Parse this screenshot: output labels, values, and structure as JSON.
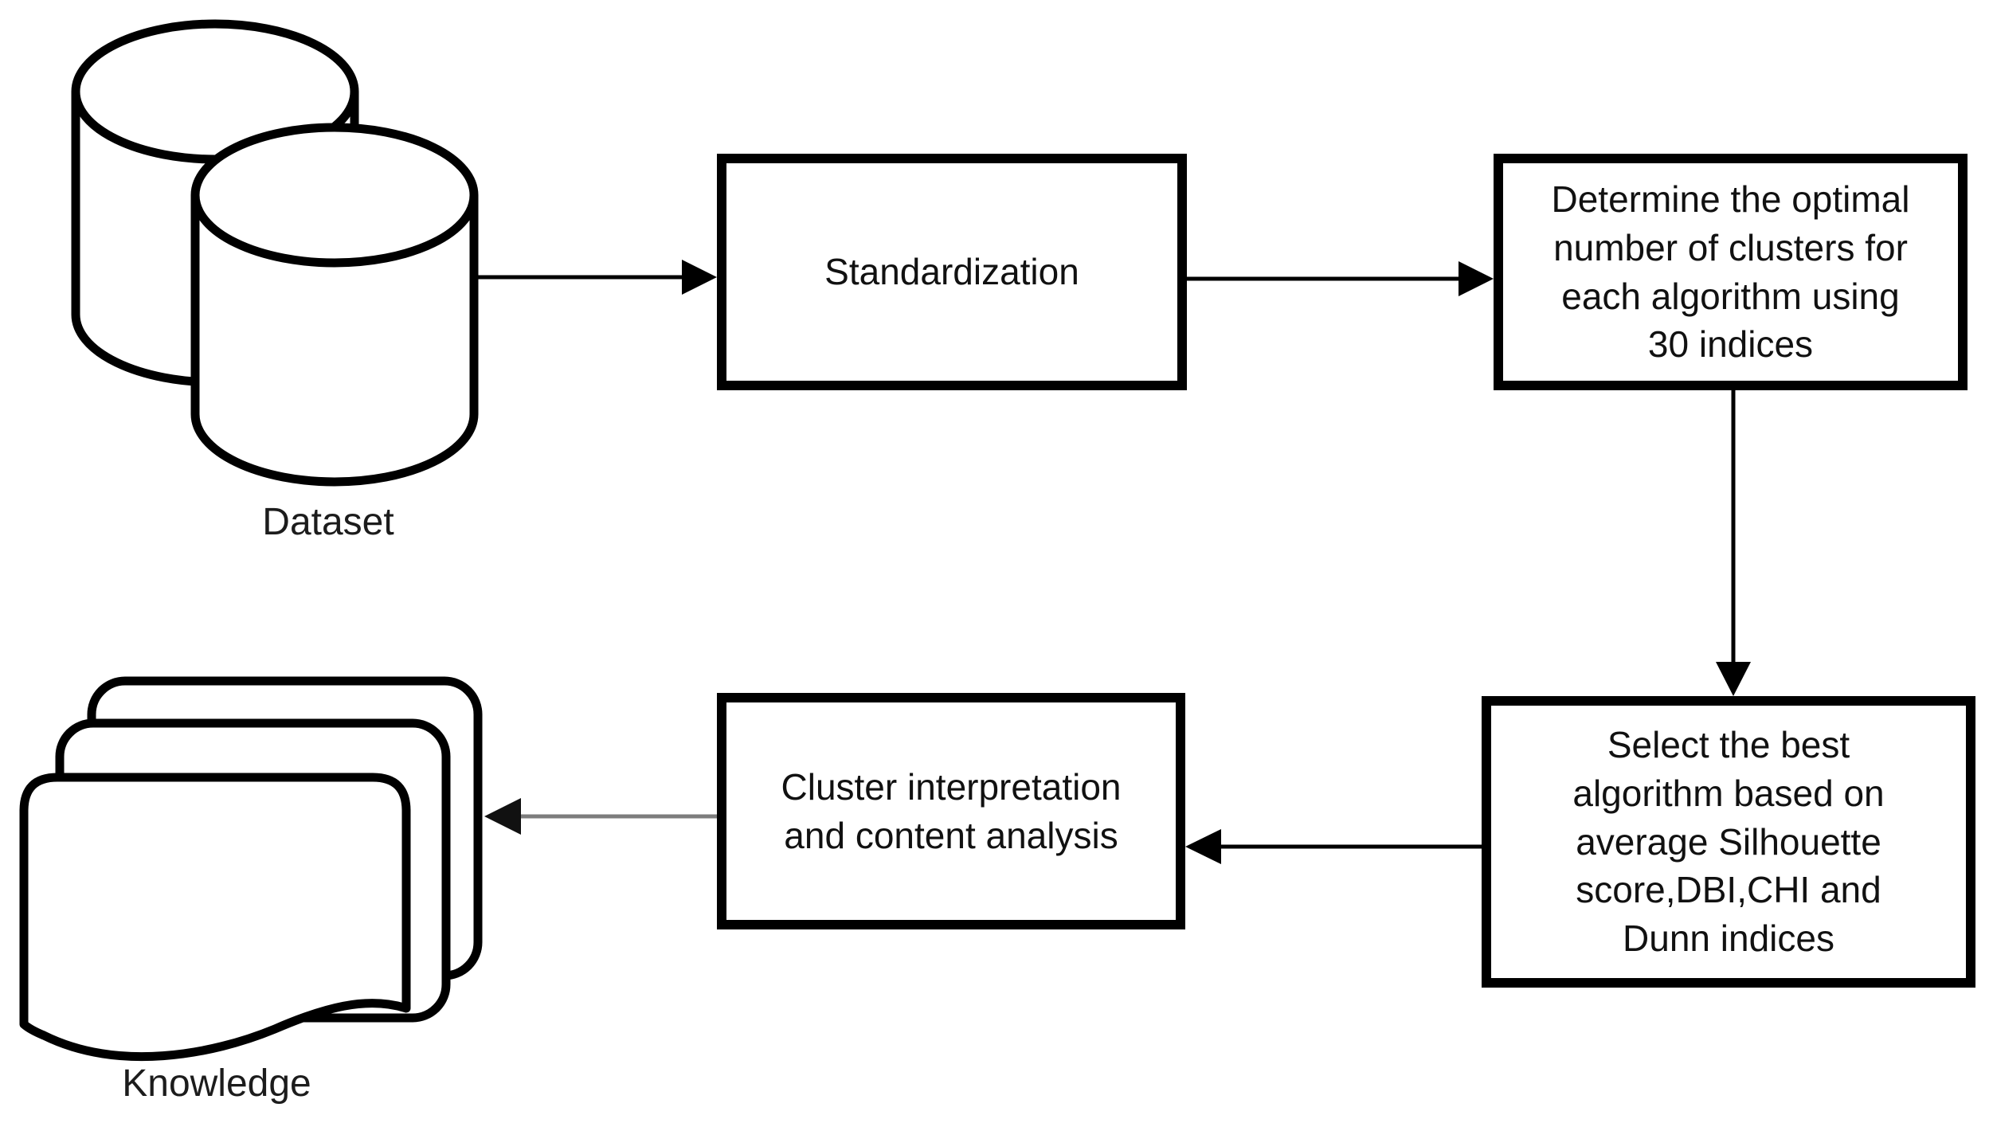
{
  "colors": {
    "background": "#ffffff",
    "ink": "#000000",
    "secondary_arrow_line": "#7d7d7d"
  },
  "nodes": {
    "dataset": {
      "icon": "database-cylinders",
      "label": "Dataset"
    },
    "standardization": {
      "label": "Standardization"
    },
    "determine_clusters": {
      "lines": [
        "Determine the optimal",
        "number of clusters for",
        "each algorithm using",
        "30 indices"
      ]
    },
    "select_algorithm": {
      "lines": [
        "Select the best",
        "algorithm based on",
        "average Silhouette",
        "score,DBI,CHI and",
        "Dunn indices"
      ]
    },
    "cluster_interpretation": {
      "lines": [
        "Cluster interpretation",
        "and content analysis"
      ]
    },
    "knowledge": {
      "icon": "document-stack",
      "label": "Knowledge"
    }
  },
  "edges": [
    {
      "from": "dataset",
      "to": "standardization",
      "direction": "right",
      "color": "#000000"
    },
    {
      "from": "standardization",
      "to": "determine_clusters",
      "direction": "right",
      "color": "#000000"
    },
    {
      "from": "determine_clusters",
      "to": "select_algorithm",
      "direction": "down",
      "color": "#000000"
    },
    {
      "from": "select_algorithm",
      "to": "cluster_interpretation",
      "direction": "left",
      "color": "#000000"
    },
    {
      "from": "cluster_interpretation",
      "to": "knowledge",
      "direction": "left",
      "color": "#7d7d7d"
    }
  ]
}
